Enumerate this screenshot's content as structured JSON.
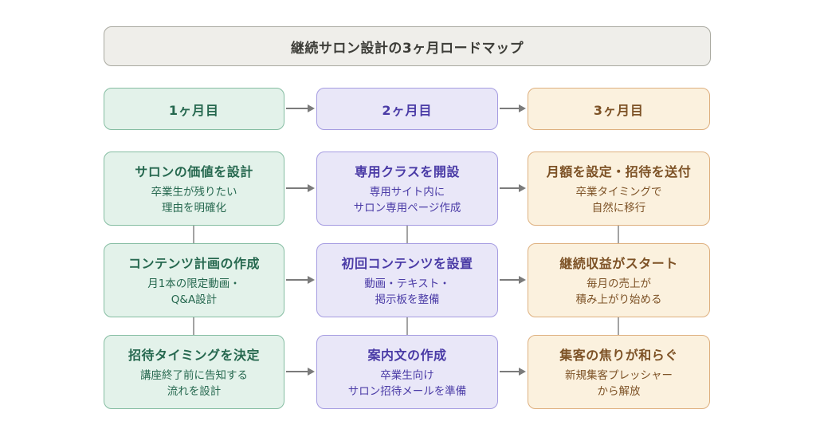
{
  "title": "継続サロン設計の3ヶ月ロードマップ",
  "colors": {
    "title_box_fill": "#efeeea",
    "title_box_border": "#a9a9a0",
    "title_text": "#3d3d38",
    "month1_fill": "#e3f2ea",
    "month1_border": "#85bda2",
    "month1_text": "#26684f",
    "month2_fill": "#e9e7f8",
    "month2_border": "#a59ce1",
    "month2_text": "#4a3ba6",
    "month3_fill": "#fbf1de",
    "month3_border": "#deb07f",
    "month3_text": "#7d5226",
    "connector": "#7b7b7b"
  },
  "columns": [
    {
      "label": "1ヶ月目",
      "steps": [
        {
          "title": "サロンの価値を設計",
          "lines": [
            "卒業生が残りたい",
            "理由を明確化"
          ]
        },
        {
          "title": "コンテンツ計画の作成",
          "lines": [
            "月1本の限定動画・",
            "Q&A設計"
          ]
        },
        {
          "title": "招待タイミングを決定",
          "lines": [
            "講座終了前に告知する",
            "流れを設計"
          ]
        }
      ]
    },
    {
      "label": "2ヶ月目",
      "steps": [
        {
          "title": "専用クラスを開設",
          "lines": [
            "専用サイト内に",
            "サロン専用ページ作成"
          ]
        },
        {
          "title": "初回コンテンツを設置",
          "lines": [
            "動画・テキスト・",
            "掲示板を整備"
          ]
        },
        {
          "title": "案内文の作成",
          "lines": [
            "卒業生向け",
            "サロン招待メールを準備"
          ]
        }
      ]
    },
    {
      "label": "3ヶ月目",
      "steps": [
        {
          "title": "月額を設定・招待を送付",
          "lines": [
            "卒業タイミングで",
            "自然に移行"
          ]
        },
        {
          "title": "継続収益がスタート",
          "lines": [
            "毎月の売上が",
            "積み上がり始める"
          ]
        },
        {
          "title": "集客の焦りが和らぐ",
          "lines": [
            "新規集客プレッシャー",
            "から解放"
          ]
        }
      ]
    }
  ]
}
